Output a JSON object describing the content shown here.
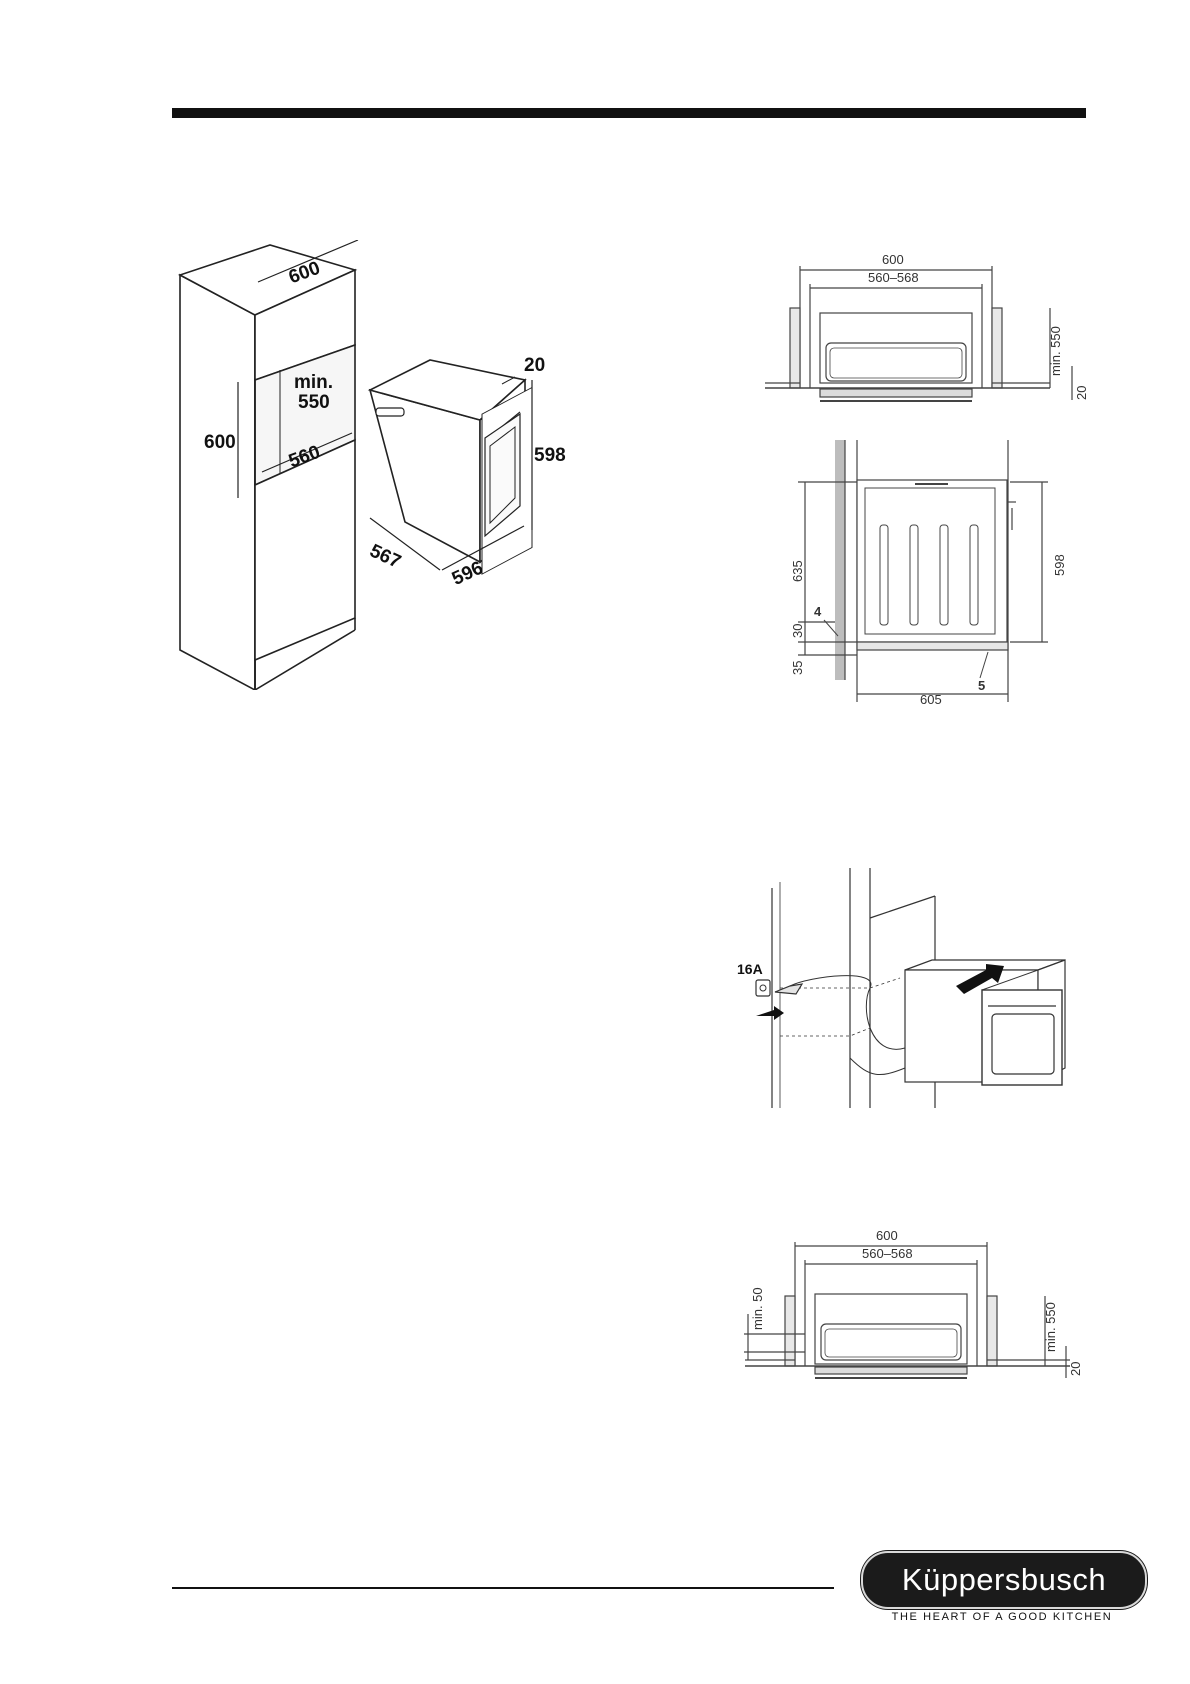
{
  "diagram_perspective": {
    "cabinet_width": "600",
    "niche_height": "600",
    "niche_depth_label": "min.\n550",
    "niche_width": "560",
    "oven_offset": "20",
    "oven_height": "598",
    "oven_depth": "567",
    "oven_width": "596"
  },
  "diagram_top_plan_1": {
    "outer_width": "600",
    "inner_width": "560–568",
    "depth_min": "min. 550",
    "offset": "20"
  },
  "diagram_side_section": {
    "total_height": "635",
    "gap_30": "30",
    "gap_35": "35",
    "callout_4": "4",
    "callout_5": "5",
    "oven_height": "598",
    "base_width": "605"
  },
  "diagram_connection": {
    "fuse_label": "16A"
  },
  "diagram_top_plan_2": {
    "outer_width": "600",
    "inner_width": "560–568",
    "side_min": "min. 50",
    "depth_min": "min. 550",
    "offset": "20"
  },
  "brand": {
    "logo": "Küppersbusch",
    "tagline": "THE HEART OF A GOOD KITCHEN",
    "logo_bg": "#1b1b1b"
  }
}
